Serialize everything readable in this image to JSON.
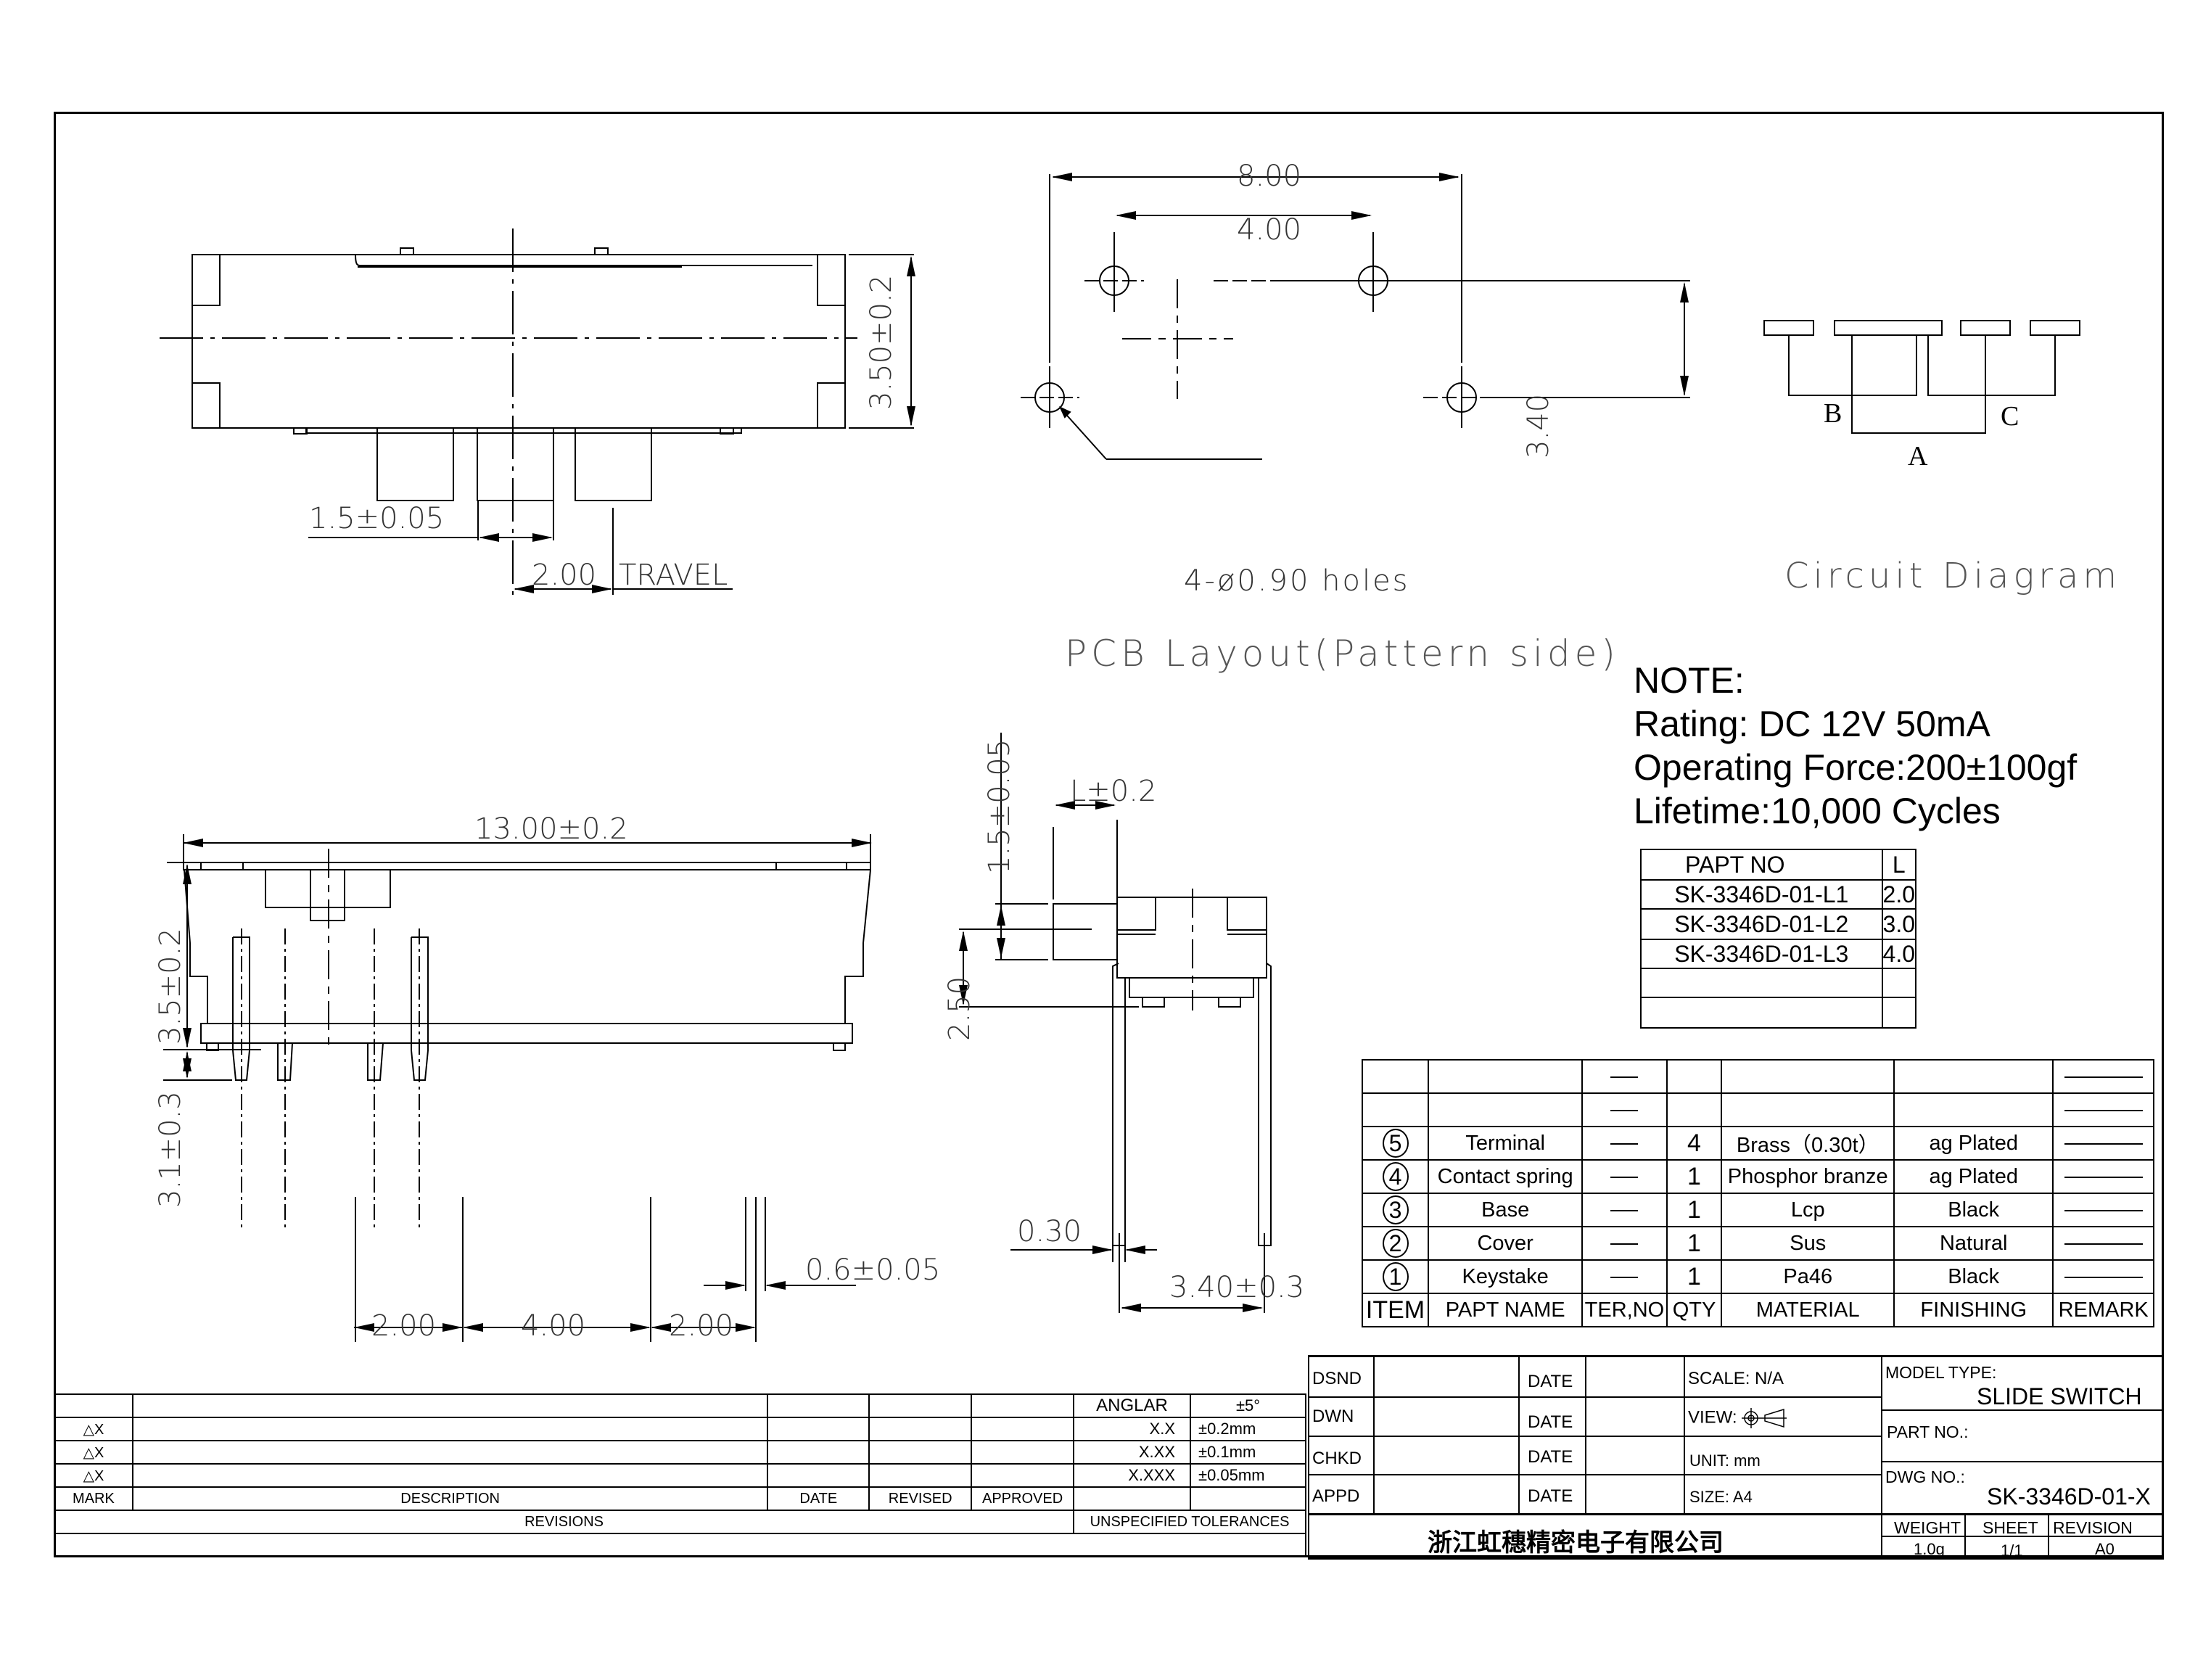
{
  "top_view": {
    "height_dim": "3.50±0.2",
    "actuator_width_dim": "1.5±0.05",
    "travel_dim": "2.00",
    "travel_label": "TRAVEL"
  },
  "pcb_layout": {
    "width_outer_dim": "8.00",
    "width_inner_dim": "4.00",
    "height_dim": "3.40",
    "holes_label": "4-ø0.90 holes",
    "caption": "PCB Layout(Pattern side)"
  },
  "circuit_diagram": {
    "labels": [
      "B",
      "C",
      "A"
    ],
    "caption": "Circuit Diagram"
  },
  "front_view": {
    "width_dim": "13.00±0.2",
    "body_height_dim": "3.5±0.2",
    "pin_length_dim": "3.1±0.3",
    "pin_width_dim": "0.6±0.05",
    "pin_pitch_dims": [
      "2.00",
      "4.00",
      "2.00"
    ]
  },
  "side_view": {
    "actuator_height_dim": "1.5±0.05",
    "actuator_length_dim": "L±0.2",
    "height_dim": "2.50",
    "pin_thickness_dim": "0.30",
    "pin_spacing_dim": "3.40±0.3"
  },
  "notes": {
    "title": "NOTE:",
    "rating": "Rating: DC 12V  50mA",
    "operating_force": "Operating Force:200±100gf",
    "lifetime": "Lifetime:10,000 Cycles"
  },
  "part_no_table": {
    "headers": [
      "PAPT NO",
      "L"
    ],
    "rows": [
      {
        "part_no": "SK-3346D-01-L1",
        "l": "2.0"
      },
      {
        "part_no": "SK-3346D-01-L2",
        "l": "3.0"
      },
      {
        "part_no": "SK-3346D-01-L3",
        "l": "4.0"
      },
      {
        "part_no": "",
        "l": ""
      },
      {
        "part_no": "",
        "l": ""
      }
    ]
  },
  "bom_table": {
    "headers": [
      "ITEM",
      "PAPT NAME",
      "TER,NO",
      "QTY",
      "MATERIAL",
      "FINISHING",
      "REMARK"
    ],
    "rows": [
      {
        "item": "",
        "name": "",
        "ter": "—",
        "qty": "",
        "material": "",
        "finishing": "",
        "remark": "—"
      },
      {
        "item": "",
        "name": "",
        "ter": "—",
        "qty": "",
        "material": "",
        "finishing": "",
        "remark": "—"
      },
      {
        "item": "5",
        "name": "Terminal",
        "ter": "—",
        "qty": "4",
        "material": "Brass（0.30t）",
        "finishing": "ag Plated",
        "remark": "—"
      },
      {
        "item": "4",
        "name": "Contact spring",
        "ter": "—",
        "qty": "1",
        "material": "Phosphor branze",
        "finishing": "ag Plated",
        "remark": "—"
      },
      {
        "item": "3",
        "name": "Base",
        "ter": "—",
        "qty": "1",
        "material": "Lcp",
        "finishing": "Black",
        "remark": "—"
      },
      {
        "item": "2",
        "name": "Cover",
        "ter": "—",
        "qty": "1",
        "material": "Sus",
        "finishing": "Natural",
        "remark": "—"
      },
      {
        "item": "1",
        "name": "Keystake",
        "ter": "—",
        "qty": "1",
        "material": "Pa46",
        "finishing": "Black",
        "remark": "—"
      }
    ]
  },
  "revisions": {
    "marks": [
      "△X",
      "△X",
      "△X"
    ],
    "headers": {
      "mark": "MARK",
      "description": "DESCRIPTION",
      "date": "DATE",
      "revised": "REVISED",
      "approved": "APPROVED"
    },
    "footer": "REVISIONS"
  },
  "tolerances": {
    "rows": [
      {
        "label": "ANGLAR",
        "value": "±5°"
      },
      {
        "label": "X.X",
        "value": "±0.2mm"
      },
      {
        "label": "X.XX",
        "value": "±0.1mm"
      },
      {
        "label": "X.XXX",
        "value": "±0.05mm"
      }
    ],
    "footer": "UNSPECIFIED TOLERANCES"
  },
  "title_block": {
    "rows": [
      {
        "role": "DSND",
        "date_label": "DATE",
        "info": "SCALE: N/A"
      },
      {
        "role": "DWN",
        "date_label": "DATE",
        "info": "VIEW:"
      },
      {
        "role": "CHKD",
        "date_label": "DATE",
        "info": "UNIT: mm"
      },
      {
        "role": "APPD",
        "date_label": "DATE",
        "info": "SIZE: A4"
      }
    ],
    "model_type_label": "MODEL TYPE:",
    "model_type": "SLIDE SWITCH",
    "part_no_label": "PART NO.:",
    "part_no": "",
    "dwg_no_label": "DWG NO.:",
    "dwg_no": "SK-3346D-01-X",
    "company": "浙江虹穗精密电子有限公司",
    "weight_label": "WEIGHT",
    "weight": "1.0g",
    "sheet_label": "SHEET",
    "sheet": "1/1",
    "revision_label": "REVISION",
    "revision": "A0"
  }
}
